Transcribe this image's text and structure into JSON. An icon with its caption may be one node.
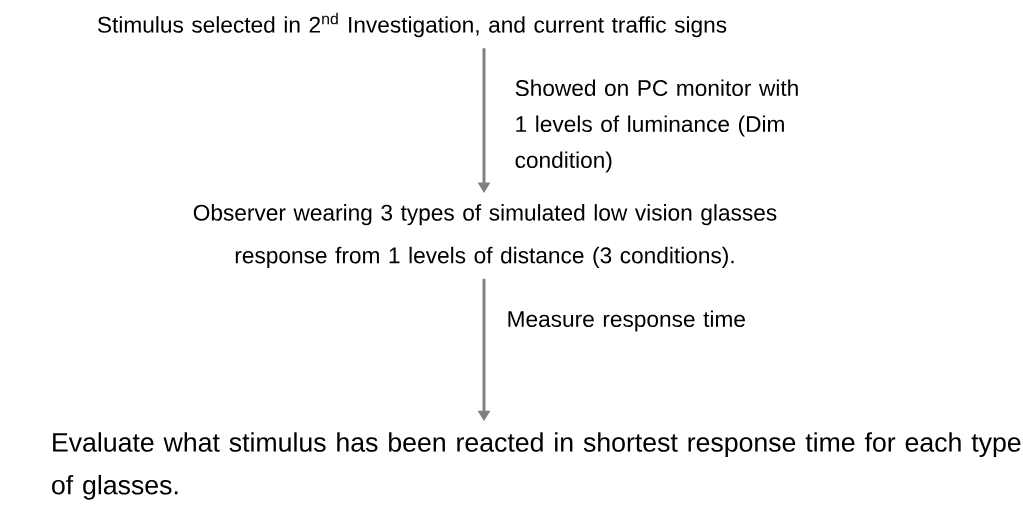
{
  "diagram": {
    "nodes": [
      {
        "text": [
          "Stimulus selected in 2$^{nd}$ Investigation, and current traffic signs"
        ]
      },
      {
        "text": [
          "Observer wearing 3 types of simulated low vision glasses response from 1 levels of distance (3 conditions)."
        ]
      },
      {
        "text": [
          "Evaluate what stimulus has been reacted in shortest response time for each type of glasses."
        ]
      }
    ],
    "edges": [
      {
        "from": 0,
        "to": 1,
        "arrow": "to",
        "label": "Showed on PC monitor with 1 levels of luminance (Dim condition)",
        "color": "#808080"
      },
      {
        "from": 1,
        "to": 2,
        "arrow": "to",
        "label": "Measure response time",
        "color": "#808080"
      }
    ]
  }
}
